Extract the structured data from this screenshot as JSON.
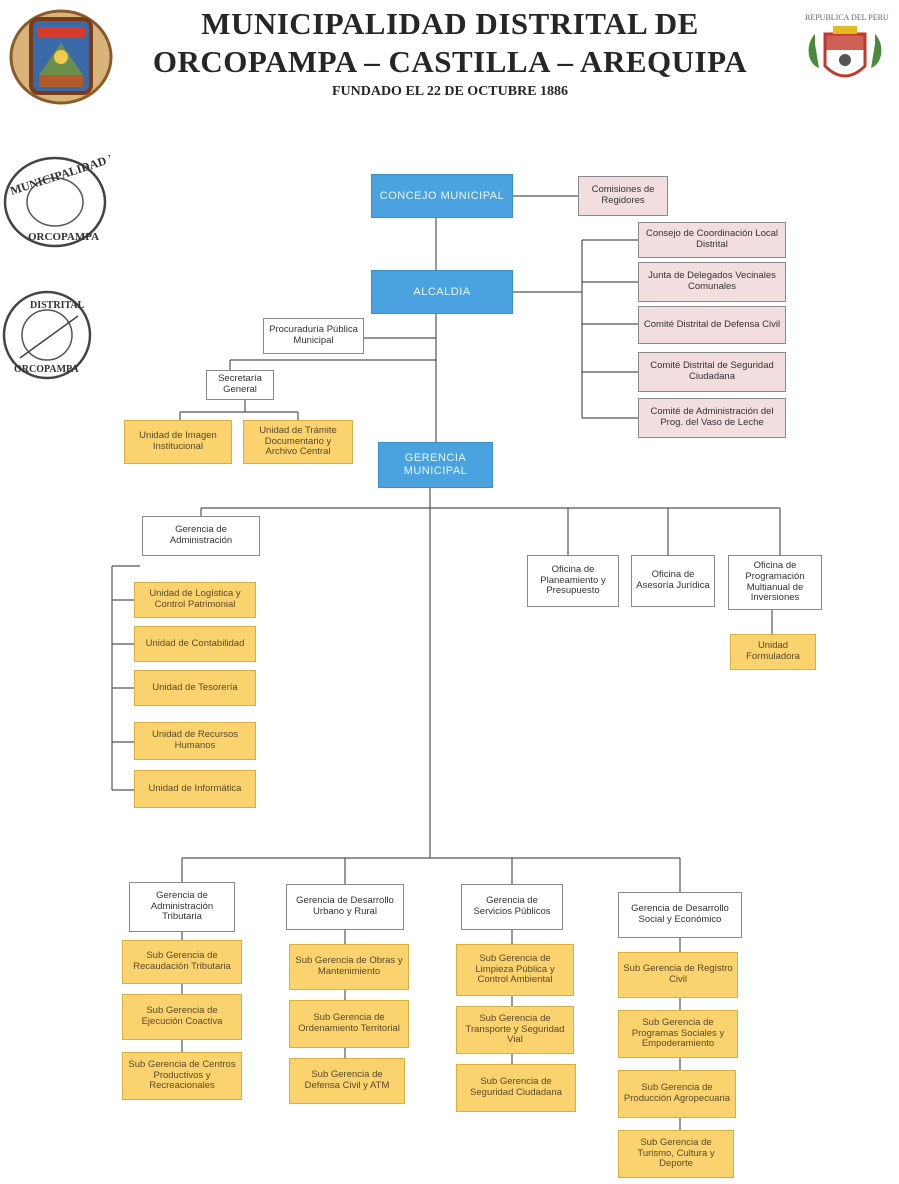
{
  "header": {
    "line1": "MUNICIPALIDAD DISTRITAL DE",
    "line2": "ORCOPAMPA – CASTILLA – AREQUIPA",
    "line3": "FUNDADO EL 22 DE OCTUBRE 1886"
  },
  "stamps": {
    "stamp1_text": "MUNICIPALIDAD DISTRITAL",
    "stamp2_text": "ORCOPAMPA",
    "crest_text": "REPUBLICA DEL PERU",
    "seal_text": "DISTRITAL"
  },
  "org": {
    "concejo": "CONCEJO MUNICIPAL",
    "comisiones": "Comisiones de Regidores",
    "alcaldia": "ALCALDIA",
    "consejo_coord": "Consejo de Coordinación Local Distrital",
    "junta": "Junta de Delegados Vecinales Comunales",
    "comite_defensa": "Comité Distrital de Defensa Civil",
    "comite_seguridad": "Comité Distrital de Seguridad Ciudadana",
    "comite_vaso": "Comité de Administración del Prog. del Vaso de Leche",
    "procuraduria": "Procuraduría Pública Municipal",
    "secretaria": "Secretaría General",
    "unidad_imagen": "Unidad de Imagen Institucional",
    "unidad_tramite": "Unidad de Trámite Documentario y Archivo Central",
    "gerencia_municipal": "GERENCIA MUNICIPAL",
    "gerencia_admin": "Gerencia de Administración",
    "u_logistica": "Unidad de Logística y Control Patrimonial",
    "u_contabilidad": "Unidad de Contabilidad",
    "u_tesoreria": "Unidad de Tesorería",
    "u_rrhh": "Unidad de Recursos Humanos",
    "u_informatica": "Unidad de Informática",
    "of_planeamiento": "Oficina de Planeamiento y Presupuesto",
    "of_asesoria": "Oficina de Asesoría Jurídica",
    "of_programacion": "Oficina de Programación Multianual de Inversiones",
    "u_formuladora": "Unidad Formuladora",
    "g_tributaria": "Gerencia de Administración Tributaria",
    "g_urbano": "Gerencia de Desarrollo Urbano y Rural",
    "g_servicios": "Gerencia de Servicios Públicos",
    "g_social": "Gerencia de Desarrollo Social y Económico",
    "sg_recaudacion": "Sub Gerencia de Recaudación Tributaria",
    "sg_ejecucion": "Sub Gerencia de Ejecución Coactiva",
    "sg_centros": "Sub Gerencia de Centros Productivos y Recreacionales",
    "sg_obras": "Sub Gerencia de Obras y Mantenimiento",
    "sg_ordenamiento": "Sub Gerencia de Ordenamiento Territorial",
    "sg_defensa": "Sub Gerencia de Defensa Civil y ATM",
    "sg_limpieza": "Sub Gerencia de Limpieza Pública y Control Ambiental",
    "sg_transporte": "Sub Gerencia de Transporte y Seguridad Vial",
    "sg_seguridad": "Sub Gerencia de Seguridad Ciudadana",
    "sg_registro": "Sub Gerencia de Registro Civil",
    "sg_programas": "Sub Gerencia de Programas Sociales y Empoderamiento",
    "sg_produccion": "Sub Gerencia de Producción Agropecuaria",
    "sg_turismo": "Sub Gerencia de Turismo, Cultura y Deporte"
  }
}
